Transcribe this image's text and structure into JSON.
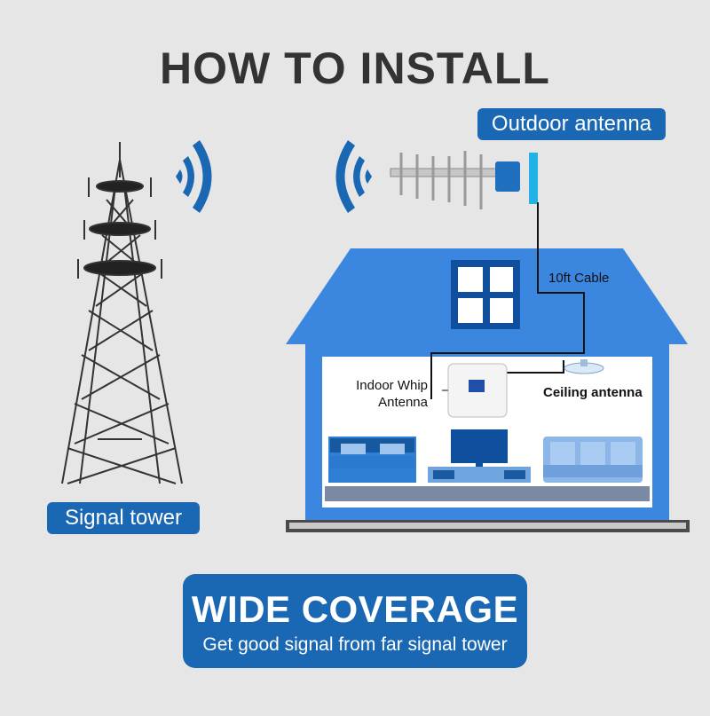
{
  "title": "HOW TO INSTALL",
  "labels": {
    "outdoor_antenna": "Outdoor antenna",
    "cable": "10ft Cable",
    "indoor_whip": "Indoor Whip Antenna",
    "ceiling_antenna": "Ceiling antenna",
    "signal_tower": "Signal tower"
  },
  "banner": {
    "title": "WIDE COVERAGE",
    "subtitle": "Get good signal from far signal tower"
  },
  "colors": {
    "accent_blue": "#1a67b3",
    "house_blue": "#3b87e0",
    "background": "#e6e6e6"
  }
}
